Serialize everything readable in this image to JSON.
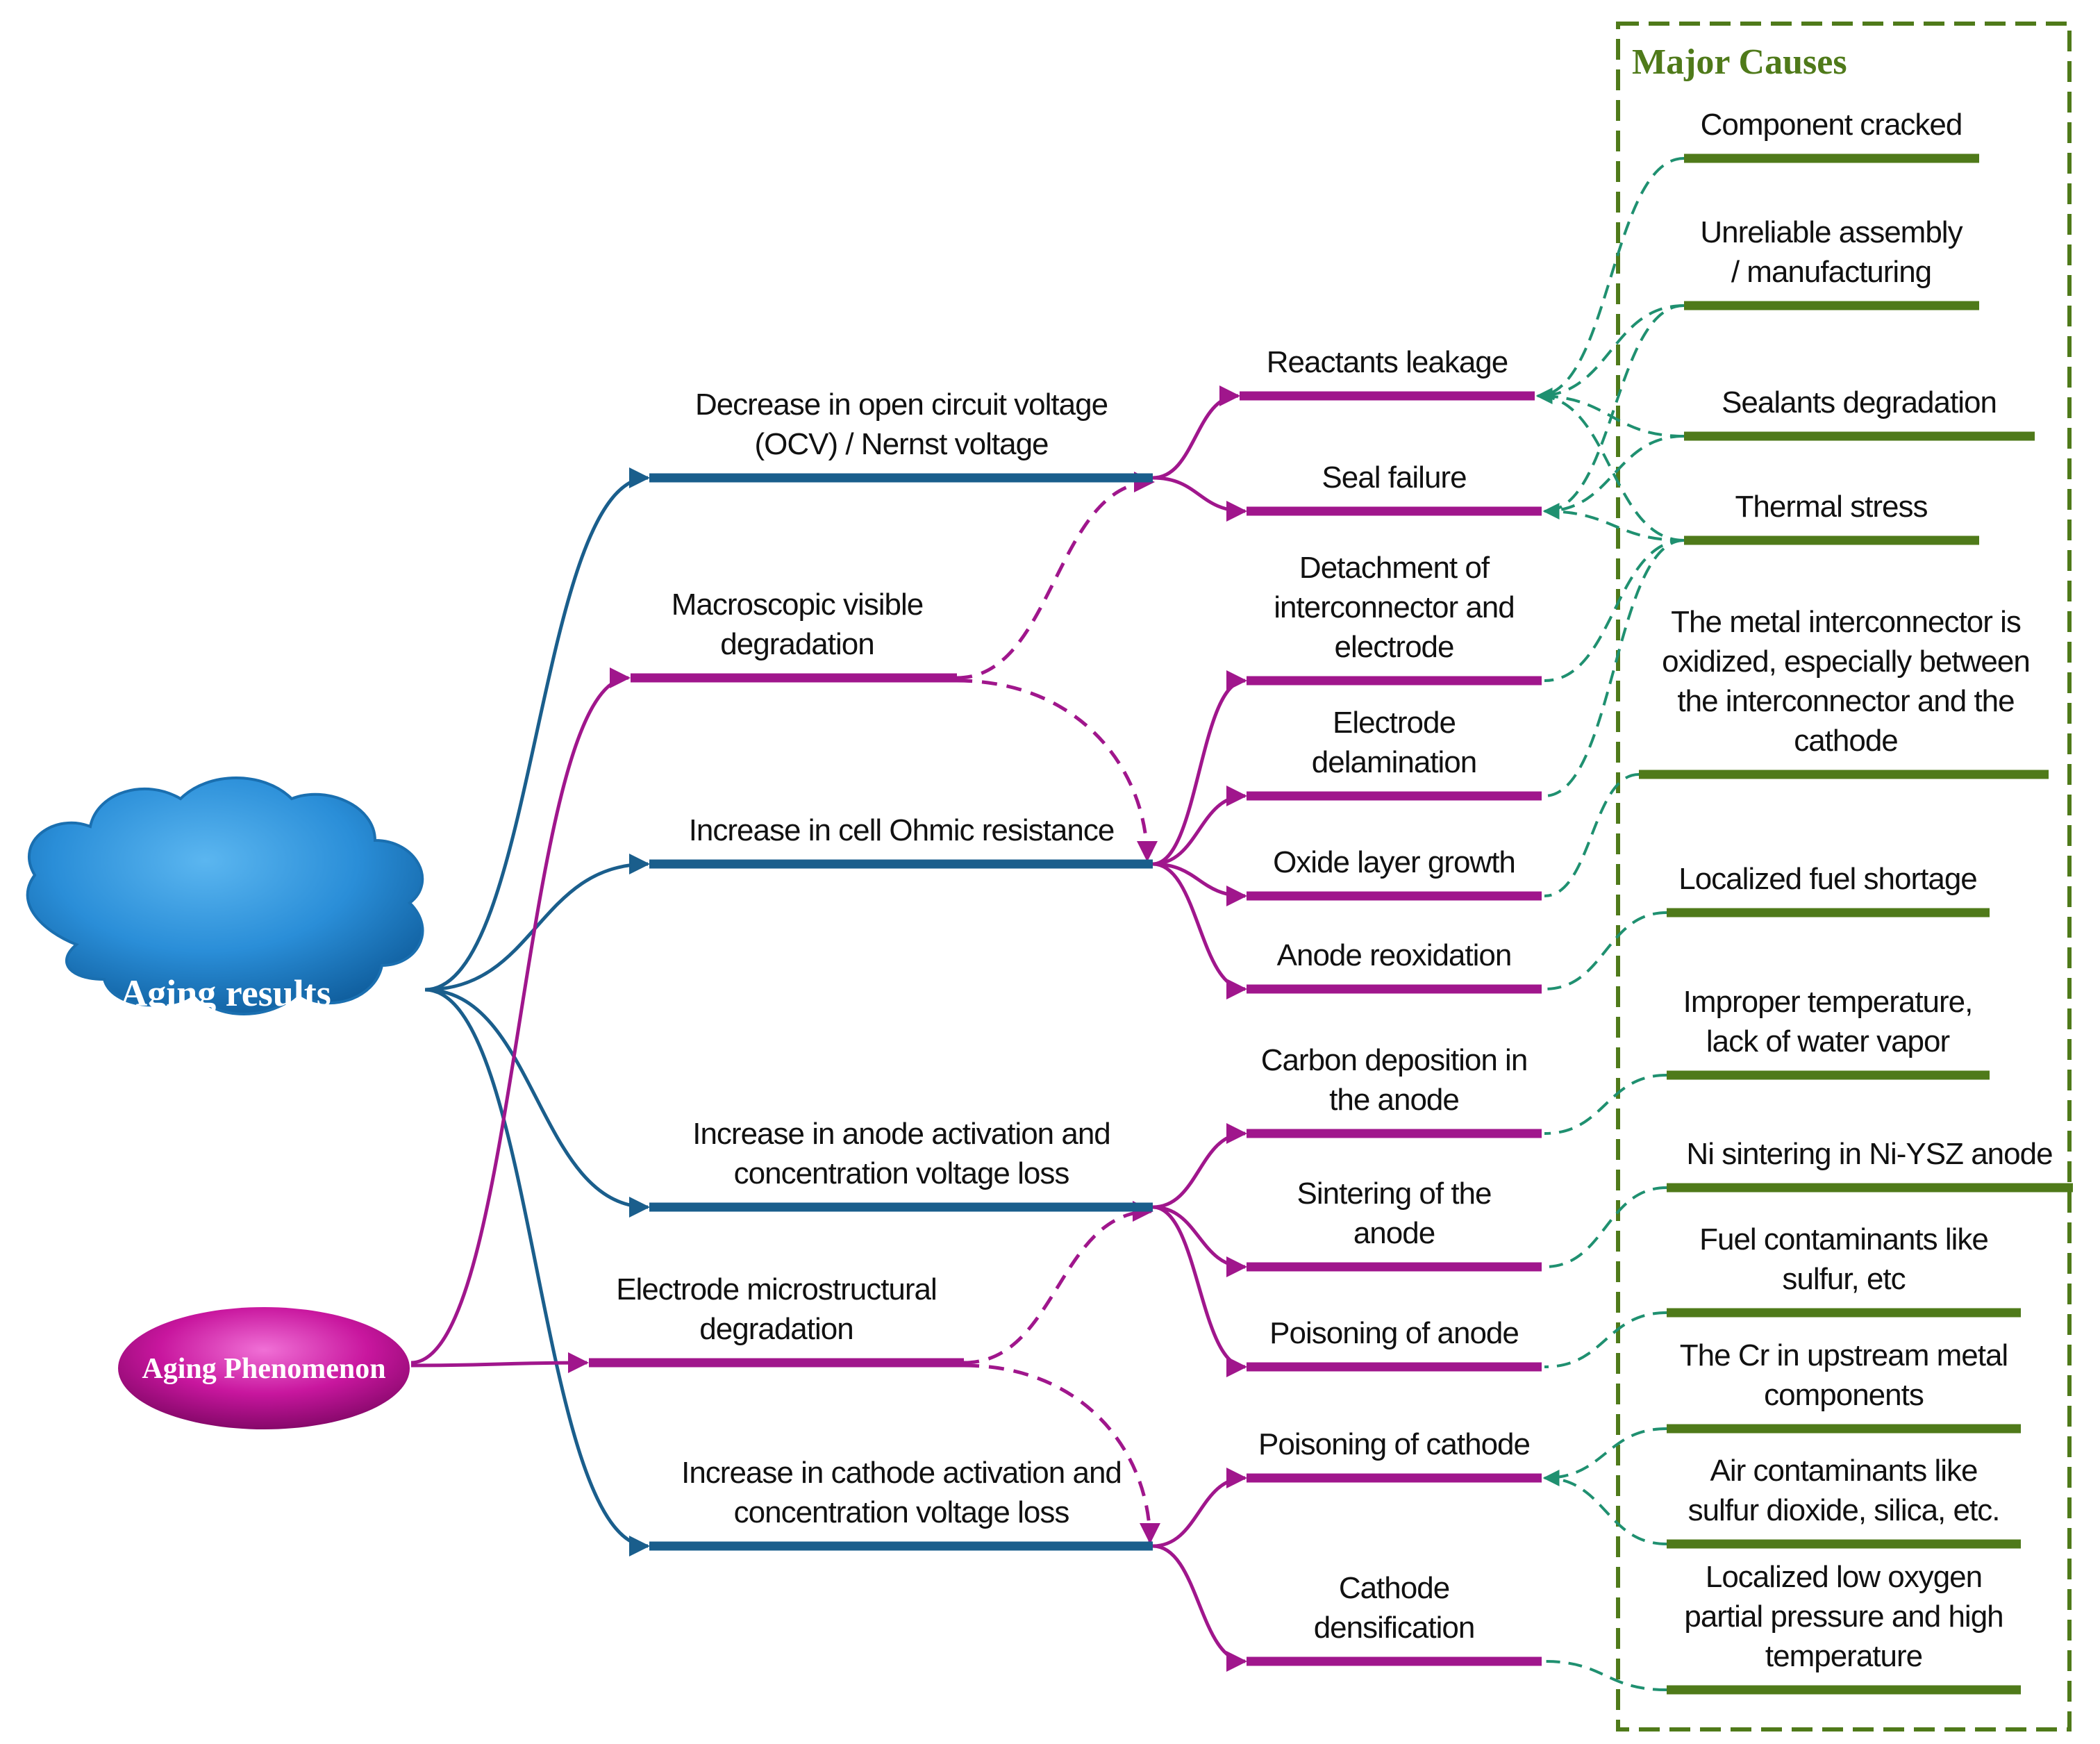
{
  "colors": {
    "result_blue": "#1a5e8c",
    "phenomenon_magenta": "#a0168c",
    "cause_green": "#4f7a1a",
    "cause_connector": "#1f9070",
    "cloud_blue": "#2a8ed8",
    "oval_magenta": "#c8169e"
  },
  "roots": {
    "aging_results": "Aging results",
    "aging_phenomenon": "Aging Phenomenon"
  },
  "major_causes_title": "Major Causes",
  "aging_results_items": [
    {
      "lines": [
        "Decrease in open circuit voltage",
        "(OCV) /  Nernst voltage"
      ]
    },
    {
      "lines": [
        "Increase in cell Ohmic resistance"
      ]
    },
    {
      "lines": [
        "Increase in anode activation and",
        "concentration voltage loss"
      ]
    },
    {
      "lines": [
        "Increase in cathode activation and",
        "concentration voltage loss"
      ]
    }
  ],
  "aging_phenomenon_items": [
    {
      "lines": [
        "Macroscopic visible",
        "degradation"
      ]
    },
    {
      "lines": [
        "Electrode microstructural",
        "degradation"
      ]
    }
  ],
  "mechanisms": [
    {
      "lines": [
        "Reactants leakage"
      ]
    },
    {
      "lines": [
        "Seal failure"
      ]
    },
    {
      "lines": [
        "Detachment of",
        "interconnector and",
        "electrode"
      ]
    },
    {
      "lines": [
        "Electrode",
        "delamination"
      ]
    },
    {
      "lines": [
        "Oxide layer growth"
      ]
    },
    {
      "lines": [
        "Anode reoxidation"
      ]
    },
    {
      "lines": [
        "Carbon deposition in",
        "the anode"
      ]
    },
    {
      "lines": [
        "Sintering of the",
        "anode"
      ]
    },
    {
      "lines": [
        "Poisoning of anode"
      ]
    },
    {
      "lines": [
        "Poisoning of cathode"
      ]
    },
    {
      "lines": [
        "Cathode",
        "densification"
      ]
    }
  ],
  "causes": [
    {
      "lines": [
        "Component cracked"
      ]
    },
    {
      "lines": [
        "Unreliable assembly",
        "/  manufacturing"
      ]
    },
    {
      "lines": [
        "Sealants degradation"
      ]
    },
    {
      "lines": [
        "Thermal stress"
      ]
    },
    {
      "lines": [
        "The metal interconnector is",
        "oxidized, especially between",
        "the interconnector and the",
        "cathode"
      ]
    },
    {
      "lines": [
        "Localized fuel shortage"
      ]
    },
    {
      "lines": [
        "Improper temperature,",
        "lack of water vapor"
      ]
    },
    {
      "lines": [
        "Ni sintering in Ni-YSZ anode"
      ]
    },
    {
      "lines": [
        "Fuel contaminants like",
        "sulfur, etc"
      ]
    },
    {
      "lines": [
        "The Cr in upstream metal",
        "components"
      ]
    },
    {
      "lines": [
        "Air contaminants like",
        "sulfur dioxide, silica, etc."
      ]
    },
    {
      "lines": [
        "Localized low oxygen",
        "partial pressure and high",
        "temperature"
      ]
    }
  ]
}
